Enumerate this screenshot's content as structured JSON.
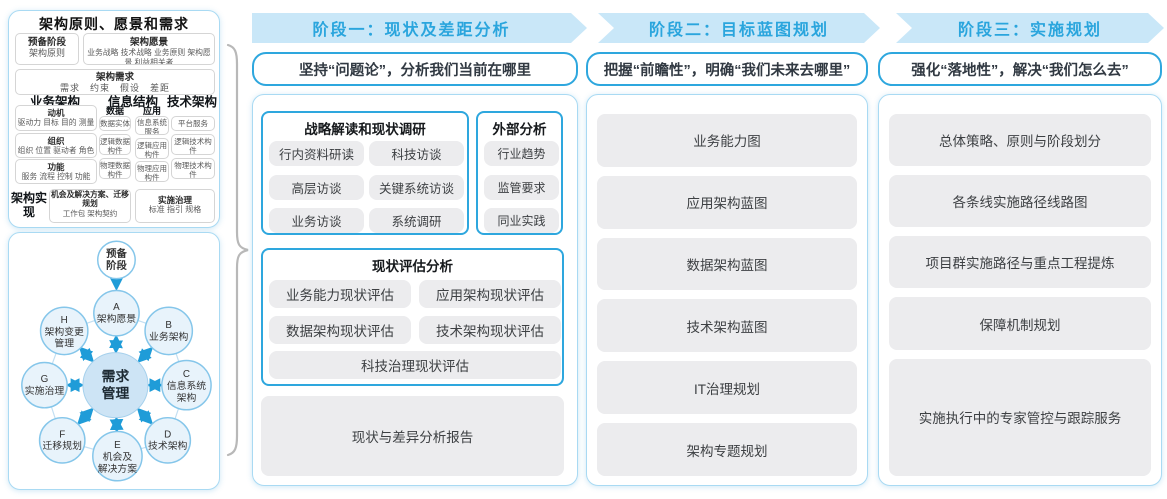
{
  "colors": {
    "accent_blue": "#2ea7de",
    "band_blue": "#c9e7f8",
    "band_text_blue": "#2aa5dd",
    "panel_border_blue": "#a9daf3",
    "gray_box": "#ececee",
    "arrow_blue": "#1f9cd8",
    "brace_gray": "#b8b8b8"
  },
  "principles_panel": {
    "title": "架构原则、愿景和需求",
    "prep": {
      "title": "预备阶段",
      "sub": "架构原则"
    },
    "vision": {
      "title": "架构愿景",
      "sub": "业务战略 技术战略 业务原则 架构愿景 利益相关者"
    },
    "requirements": {
      "title": "架构需求",
      "sub": "需求　约束　假设　差距"
    },
    "business": {
      "title": "业务架构",
      "boxes": [
        {
          "title": "动机",
          "sub": "驱动力 目标 目的 测量"
        },
        {
          "title": "组织",
          "sub": "组织 位置 驱动者 角色"
        },
        {
          "title": "功能",
          "sub": "服务 流程 控制 功能"
        }
      ]
    },
    "information": {
      "title": "信息结构",
      "data": {
        "title": "数据",
        "boxes": [
          "数据实体",
          "逻辑数据构件",
          "物理数据构件"
        ]
      },
      "application": {
        "title": "应用",
        "boxes": [
          "信息系统服务",
          "逻辑应用构件",
          "物理应用构件"
        ]
      }
    },
    "technology": {
      "title": "技术架构",
      "boxes": [
        "平台服务",
        "逻辑技术构件",
        "物理技术构件"
      ]
    },
    "realization": {
      "label": "架构实现",
      "opportunity": {
        "title": "机会及解决方案、迁移规划",
        "sub": "工作包  架构契约"
      },
      "governance": {
        "title": "实施治理",
        "sub": "标准  指引  规格"
      }
    }
  },
  "adm": {
    "prep": {
      "lines": [
        "预备",
        "阶段"
      ]
    },
    "center": {
      "lines": [
        "需求",
        "管理"
      ]
    },
    "nodes": [
      {
        "letter": "A",
        "lines": [
          "架构愿景"
        ]
      },
      {
        "letter": "B",
        "lines": [
          "业务架构"
        ]
      },
      {
        "letter": "C",
        "lines": [
          "信息系统",
          "架构"
        ]
      },
      {
        "letter": "D",
        "lines": [
          "技术架构"
        ]
      },
      {
        "letter": "E",
        "lines": [
          "机会及",
          "解决方案"
        ]
      },
      {
        "letter": "F",
        "lines": [
          "迁移规划"
        ]
      },
      {
        "letter": "G",
        "lines": [
          "实施治理"
        ]
      },
      {
        "letter": "H",
        "lines": [
          "架构变更",
          "管理"
        ]
      }
    ]
  },
  "phases": [
    {
      "header": "阶段一：现状及差距分析",
      "subtitle": "坚持“问题论”，分析我们当前在哪里"
    },
    {
      "header": "阶段二：目标蓝图规划",
      "subtitle": "把握“前瞻性”，明确“我们未来去哪里”"
    },
    {
      "header": "阶段三：实施规划",
      "subtitle": "强化“落地性”，解决“我们怎么去”"
    }
  ],
  "phase1": {
    "research": {
      "title": "战略解读和现状调研",
      "items": [
        "行内资料研读",
        "科技访谈",
        "高层访谈",
        "关键系统访谈",
        "业务访谈",
        "系统调研"
      ]
    },
    "external": {
      "title": "外部分析",
      "items": [
        "行业趋势",
        "监管要求",
        "同业实践"
      ]
    },
    "assessment": {
      "title": "现状评估分析",
      "items": [
        "业务能力现状评估",
        "应用架构现状评估",
        "数据架构现状评估",
        "技术架构现状评估",
        "科技治理现状评估"
      ]
    },
    "report": "现状与差异分析报告"
  },
  "phase2": {
    "items": [
      "业务能力图",
      "应用架构蓝图",
      "数据架构蓝图",
      "技术架构蓝图",
      "IT治理规划",
      "架构专题规划"
    ]
  },
  "phase3": {
    "items": [
      "总体策略、原则与阶段划分",
      "各条线实施路径线路图",
      "项目群实施路径与重点工程提炼",
      "保障机制规划",
      "实施执行中的专家管控与跟踪服务"
    ]
  }
}
